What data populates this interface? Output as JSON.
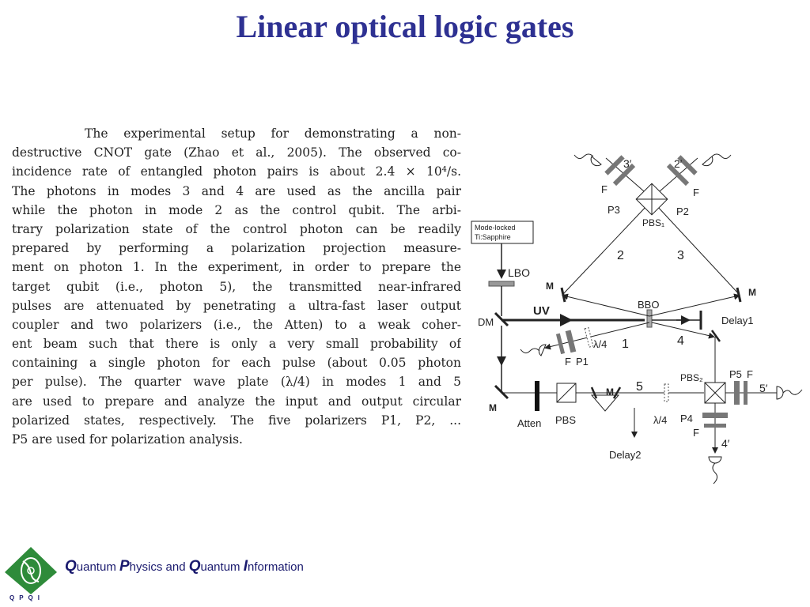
{
  "slide": {
    "title": "Linear optical logic gates"
  },
  "body": {
    "lines": [
      "The experimental setup for demonstrating a non-",
      "destructive CNOT gate (Zhao et al., 2005). The observed co-",
      "incidence rate of entangled photon pairs is about 2.4 × 10⁴/s.",
      "The photons in modes 3 and 4 are used as the ancilla pair",
      "while the photon in mode 2 as the control qubit. The arbi-",
      "trary polarization state of the control photon can be readily",
      "prepared by performing a polarization projection measure-",
      "ment on photon 1. In the experiment, in order to prepare the",
      "target qubit (i.e., photon 5), the transmitted near-infrared",
      "pulses are attenuated by penetrating a ultra-fast laser output",
      "coupler and two polarizers (i.e., the Atten) to a weak coher-",
      "ent beam such that there is only a very small probability of",
      "containing a single photon for each pulse (about 0.05 photon",
      "per pulse). The quarter wave plate (λ/4) in modes 1 and 5",
      "are used to prepare and analyze the input and output circular",
      "polarized states, respectively. The five polarizers P1, P2, ...",
      "P5 are used for polarization analysis."
    ]
  },
  "diagram": {
    "laser_box": [
      "Mode-locked",
      "Ti:Sapphire"
    ],
    "lbo": "LBO",
    "dm": "DM",
    "uv": "UV",
    "bbo": "BBO",
    "pbs1": "PBS₁",
    "pbs2": "PBS₂",
    "pbs": "PBS",
    "atten": "Atten",
    "delay1": "Delay1",
    "delay2": "Delay2",
    "mirror": "M",
    "mode_1": "1",
    "mode_2": "2",
    "mode_3": "3",
    "mode_4": "4",
    "mode_5": "5",
    "out_2": "2′",
    "out_3": "3′",
    "out_4": "4′",
    "out_5": "5′",
    "filter": "F",
    "p1": "P1",
    "p2": "P2",
    "p3": "P3",
    "p4": "P4",
    "p5": "P5",
    "qwp": "λ/4"
  },
  "footer": {
    "brand_parts": [
      {
        "initial": "Q",
        "rest": "uantum "
      },
      {
        "initial": "P",
        "rest": "hysics and "
      },
      {
        "initial": "Q",
        "rest": "uantum "
      },
      {
        "initial": "I",
        "rest": "nformation"
      }
    ],
    "logo_letters": "QPQI"
  },
  "colors": {
    "title": "#2e3192",
    "logo_green": "#2e8b3a",
    "diagram_gray": "#777777"
  }
}
